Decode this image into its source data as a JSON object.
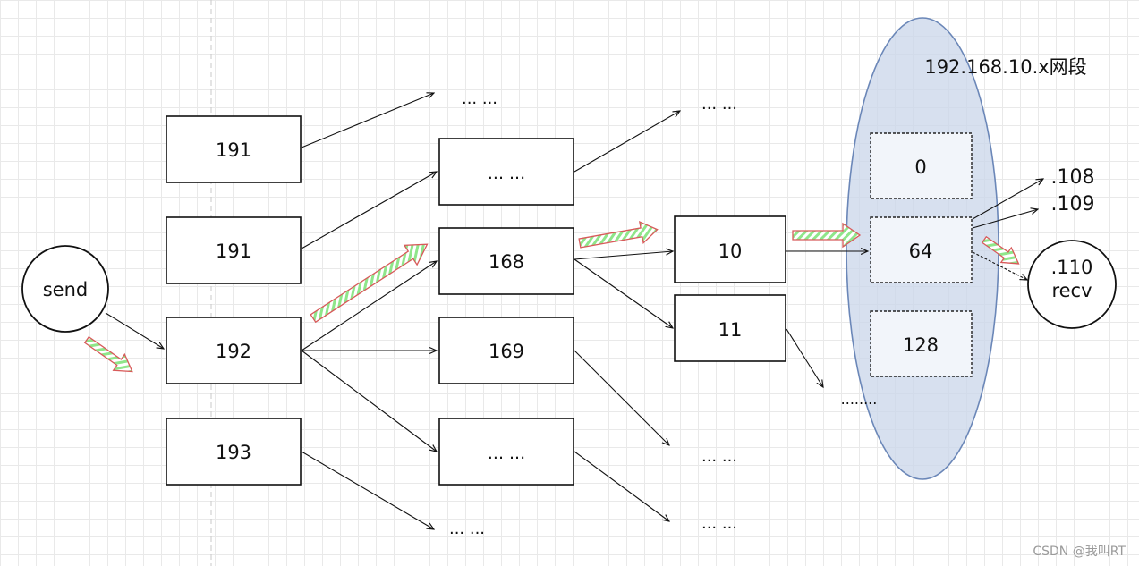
{
  "nodes": {
    "send": "send",
    "recv_line1": ".110",
    "recv_line2": "recv",
    "l1_a": "191",
    "l1_b": "191",
    "l1_c": "192",
    "l1_d": "193",
    "l2_a": "... ...",
    "l2_b": "168",
    "l2_c": "169",
    "l2_d": "... ...",
    "l3_a": "10",
    "l3_b": "11",
    "sub_0": "0",
    "sub_64": "64",
    "sub_128": "128"
  },
  "ellipsis": {
    "e1": "... ...",
    "e2": "... ...",
    "e3": "... ...",
    "e4": "... ...",
    "e5": "... ...",
    "dots": "........"
  },
  "hosts": {
    "h108": ".108",
    "h109": ".109"
  },
  "network_label": "192.168.10.x网段",
  "watermark": "CSDN @我叫RT",
  "colors": {
    "path_arrow_fill": "#a8f0a0",
    "path_arrow_stroke": "#d85a5a",
    "ellipse_fill": "#c9d6ea",
    "ellipse_stroke": "#6b87b8"
  }
}
